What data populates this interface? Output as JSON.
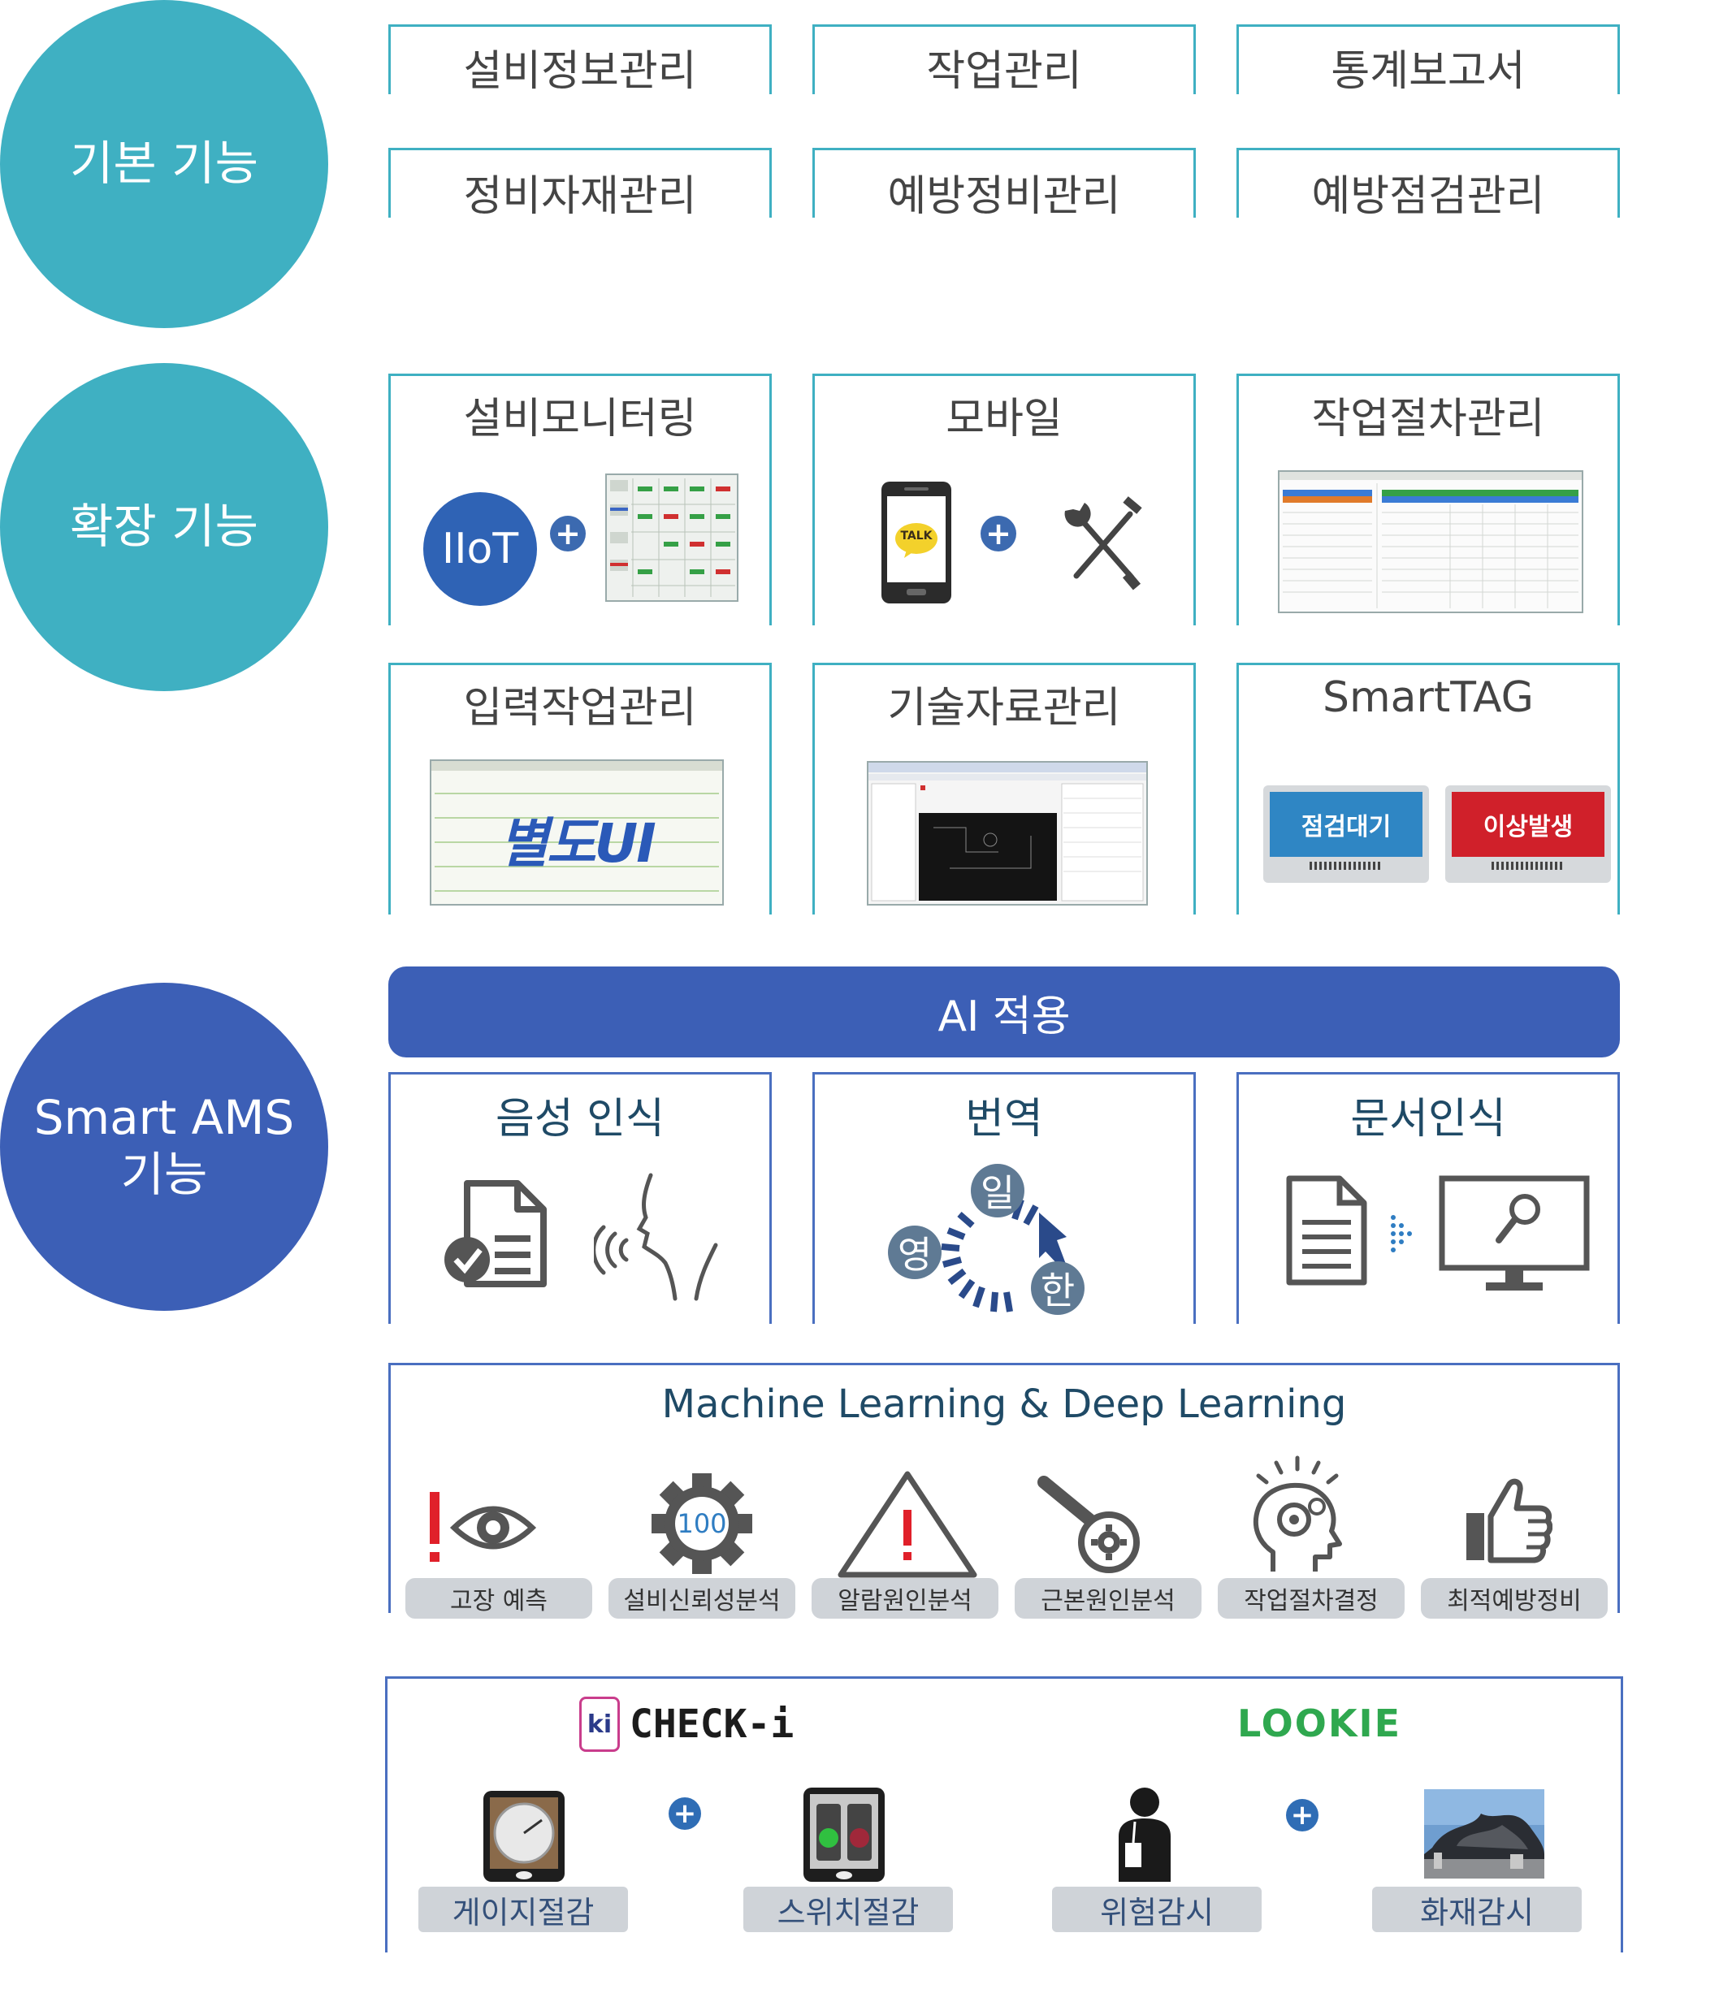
{
  "circles": {
    "basic": "기본 기능",
    "extended": "확장 기능",
    "smart_line1": "Smart AMS",
    "smart_line2": "기능"
  },
  "basic_functions": [
    "설비정보관리",
    "작업관리",
    "통계보고서",
    "정비자재관리",
    "예방정비관리",
    "예방점검관리"
  ],
  "extended_functions": {
    "monitoring": {
      "title": "설비모니터링",
      "iiot": "IIoT"
    },
    "mobile": {
      "title": "모바일",
      "talk": "TALK"
    },
    "procedure": {
      "title": "작업절차관리"
    },
    "input_work": {
      "title": "입력작업관리",
      "overlay": "별도UI"
    },
    "tech_docs": {
      "title": "기술자료관리"
    },
    "smarttag": {
      "title": "SmartTAG",
      "tag1": "점검대기",
      "tag2": "이상발생"
    }
  },
  "ai": {
    "bar": "AI 적용",
    "voice": {
      "title": "음성 인식"
    },
    "translate": {
      "title": "번역",
      "jp": "일",
      "en": "영",
      "kr": "한"
    },
    "ocr": {
      "title": "문서인식"
    }
  },
  "ml": {
    "title": "Machine Learning & Deep Learning",
    "gear_value": "100",
    "items": [
      "고장 예측",
      "설비신뢰성분석",
      "알람원인분석",
      "근본원인분석",
      "작업절차결정",
      "최적예방정비"
    ]
  },
  "apps": {
    "checki": "CHECK-i",
    "checki_badge": "ki",
    "lookie": "LOOKIE",
    "items": [
      "게이지절감",
      "스위치절감",
      "위험감시",
      "화재감시"
    ]
  },
  "colors": {
    "teal": "#3fb0c2",
    "blue": "#3c5fb6",
    "lookie_green": "#2fa84f",
    "alert_red": "#e0202a"
  }
}
